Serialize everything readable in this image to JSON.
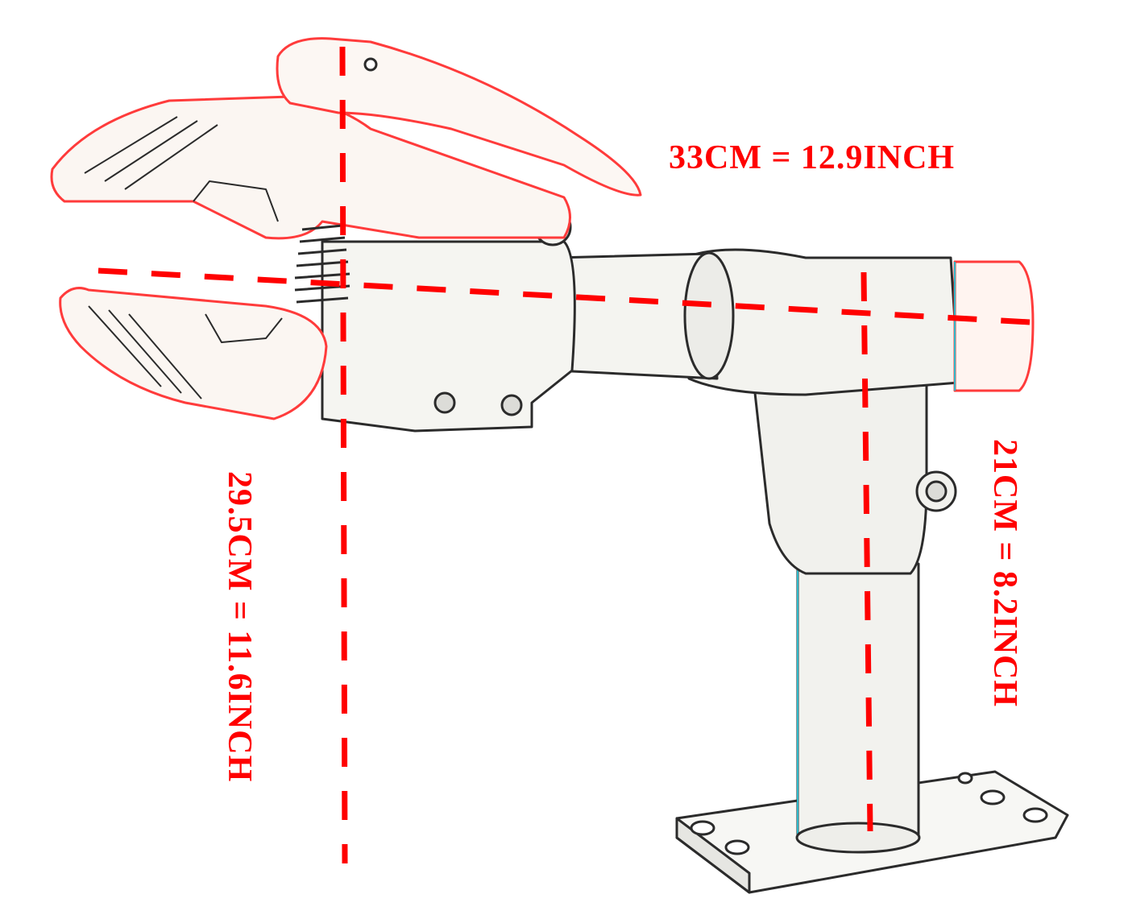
{
  "image": {
    "subject": "bench-mount-clamp-icon",
    "colors": {
      "background": "#ffffff",
      "line_art": "#2b2b2b",
      "fill": "#f4f4f0",
      "dimension": "#ff0000",
      "fringe_red": "#ff3b3b",
      "fringe_cyan": "#2fb8c8"
    }
  },
  "dimensions": {
    "width_label": "33CM = 12.9INCH",
    "height_label": "29.5CM = 11.6INCH",
    "stand_label": "21CM = 8.2INCH"
  }
}
